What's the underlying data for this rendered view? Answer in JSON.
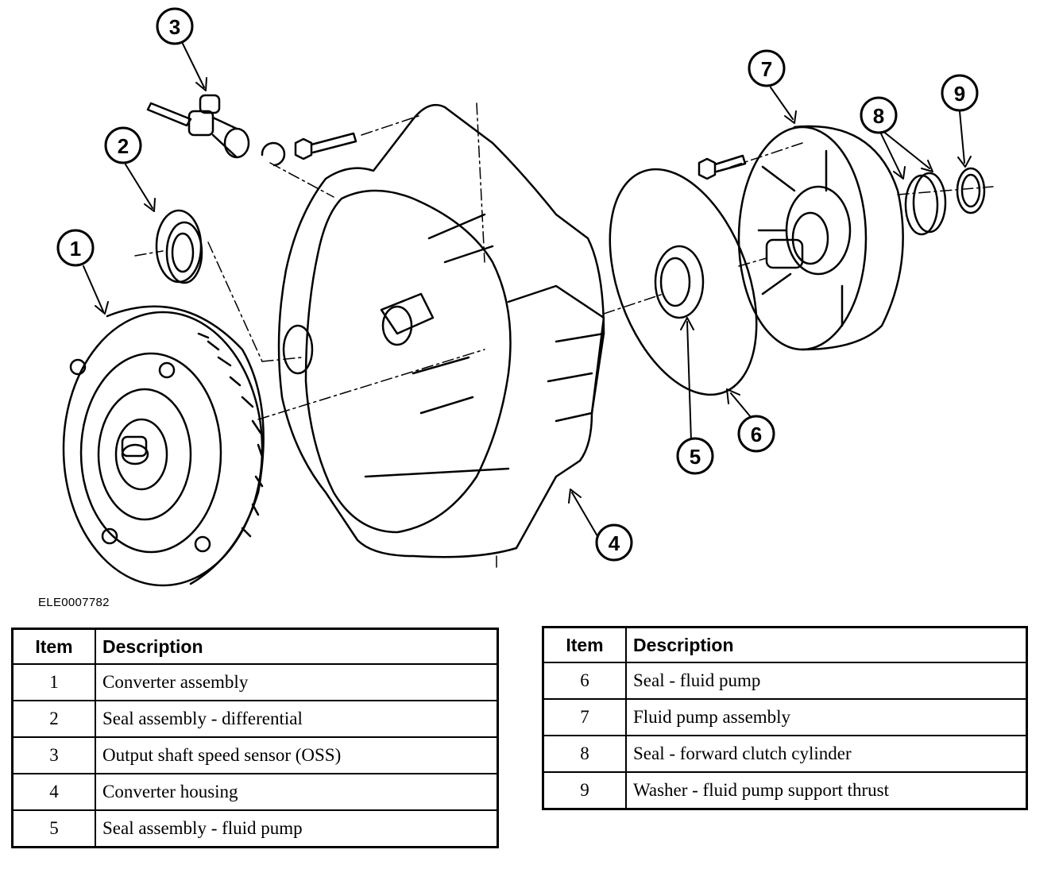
{
  "figure_id": "ELE0007782",
  "callouts": [
    "1",
    "2",
    "3",
    "4",
    "5",
    "6",
    "7",
    "8",
    "9"
  ],
  "tables": [
    {
      "headers": {
        "item": "Item",
        "description": "Description"
      },
      "rows": [
        {
          "item": "1",
          "description": "Converter assembly"
        },
        {
          "item": "2",
          "description": "Seal assembly - differential"
        },
        {
          "item": "3",
          "description": "Output shaft speed sensor (OSS)"
        },
        {
          "item": "4",
          "description": "Converter housing"
        },
        {
          "item": "5",
          "description": "Seal assembly - fluid pump"
        }
      ]
    },
    {
      "headers": {
        "item": "Item",
        "description": "Description"
      },
      "rows": [
        {
          "item": "6",
          "description": "Seal - fluid pump"
        },
        {
          "item": "7",
          "description": "Fluid pump assembly"
        },
        {
          "item": "8",
          "description": "Seal - forward clutch cylinder"
        },
        {
          "item": "9",
          "description": "Washer - fluid pump support thrust"
        }
      ]
    }
  ]
}
